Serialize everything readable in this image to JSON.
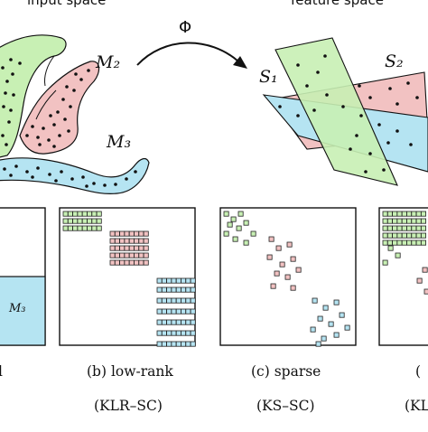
{
  "labels": {
    "input_space": "input space",
    "feature_space": "feature space",
    "phi": "Φ",
    "manifold_2": "M₂",
    "manifold_3": "M₃",
    "manifold_3_block": "M₃",
    "subspace_1": "S₁",
    "subspace_2": "S₂"
  },
  "panels": [
    {
      "caption": "l",
      "method": ""
    },
    {
      "caption": "(b) low-rank",
      "method": "(KLR–SC)"
    },
    {
      "caption": "(c) sparse",
      "method": "(KS–SC)"
    },
    {
      "caption": "(",
      "method": "(KL"
    }
  ],
  "colors": {
    "green": "#c8f0b4",
    "pink": "#f2c2c2",
    "cyan": "#b5e4f2",
    "dark": "#111111"
  }
}
